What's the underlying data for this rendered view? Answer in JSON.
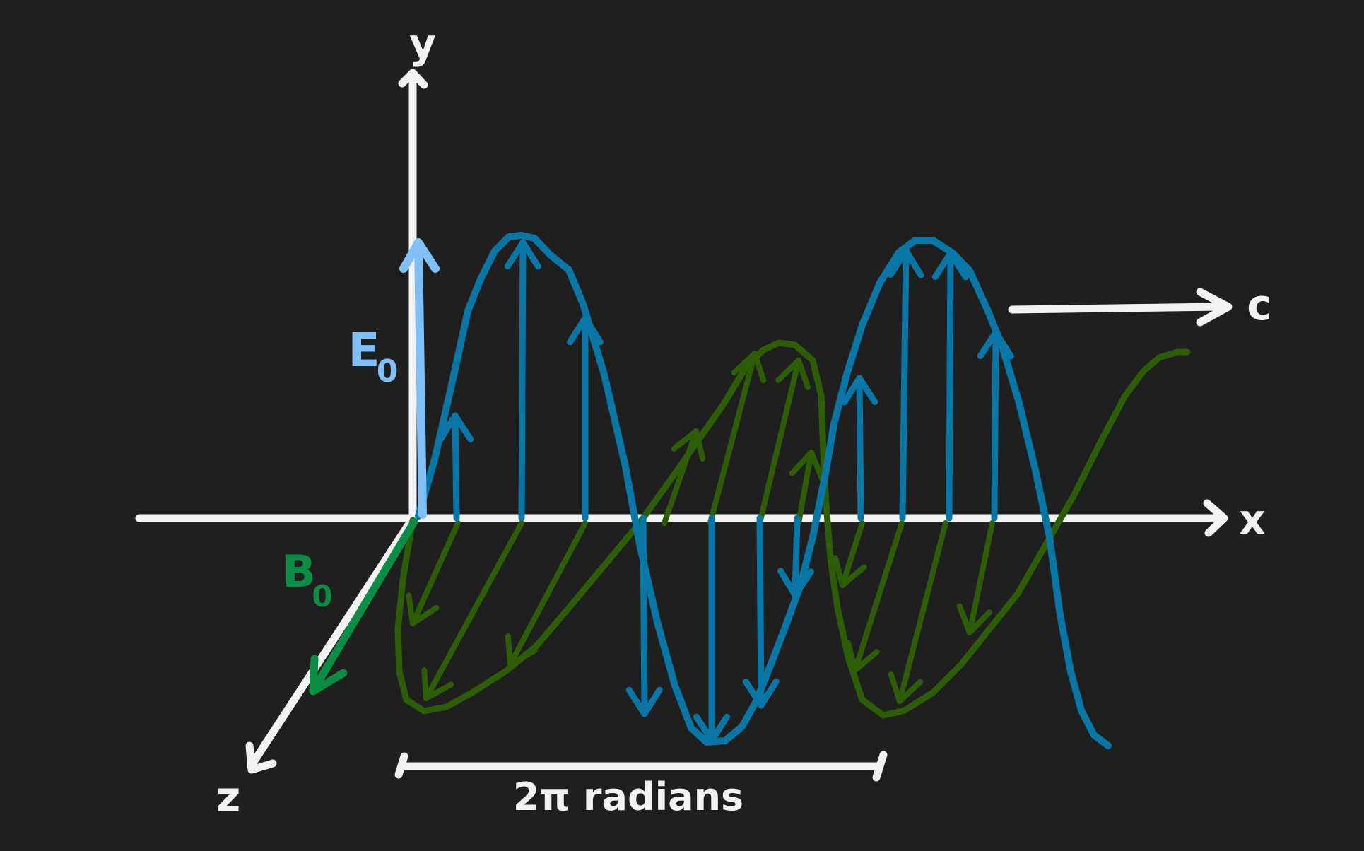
{
  "labels": {
    "y_axis": "y",
    "x_axis": "x",
    "z_axis": "z",
    "e_field": "E",
    "e_sub": "0",
    "b_field": "B",
    "b_sub": "0",
    "speed": "c",
    "wavelength": "2π radians"
  },
  "colors": {
    "background": "#1f1f1f",
    "axes": "#f2f2f2",
    "electric_wave": "#0a76a6",
    "electric_amplitude": "#7fbff5",
    "magnetic_wave": "#2d5e07",
    "magnetic_amplitude": "#0c8c44"
  }
}
